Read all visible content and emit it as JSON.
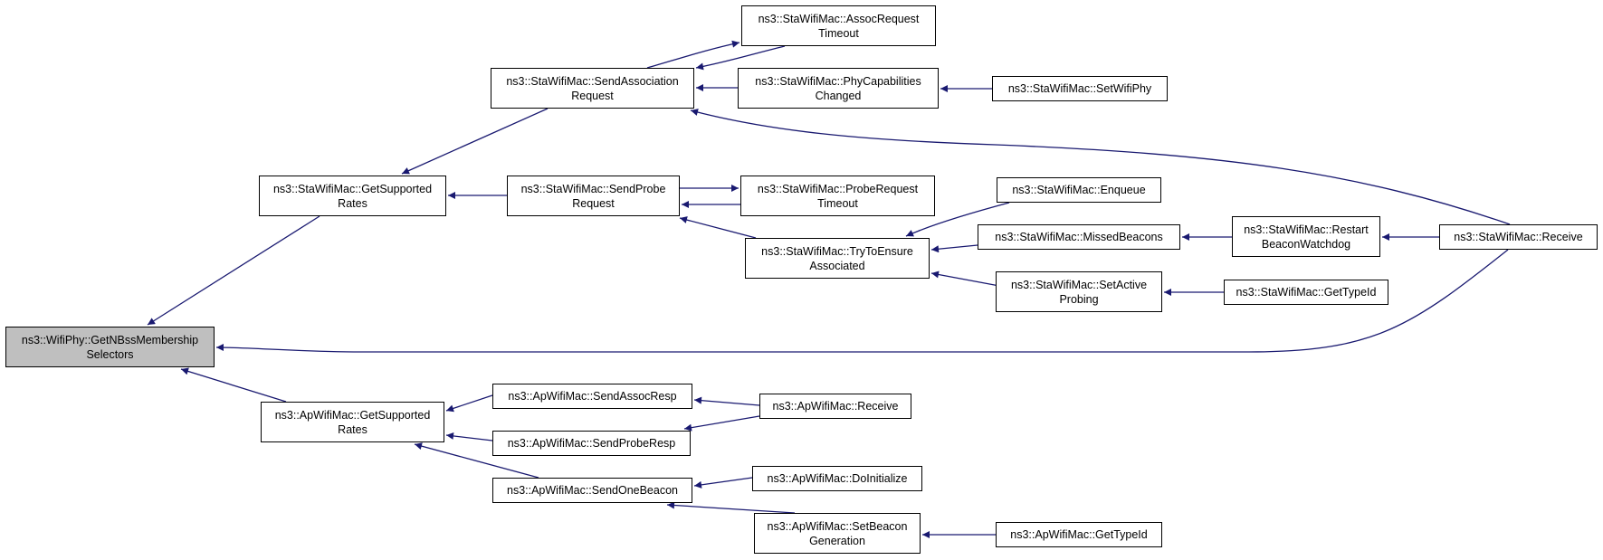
{
  "graph": {
    "edge_color": "#191970",
    "node_fill": "#ffffff",
    "root_fill": "#bfbfbf",
    "nodes": {
      "root": [
        "ns3::WifiPhy::GetNBssMembership",
        "Selectors"
      ],
      "sta_getsup": [
        "ns3::StaWifiMac::GetSupported",
        "Rates"
      ],
      "ap_getsup": [
        "ns3::ApWifiMac::GetSupported",
        "Rates"
      ],
      "sta_sendassoc": [
        "ns3::StaWifiMac::SendAssociation",
        "Request"
      ],
      "sta_sendprobe": [
        "ns3::StaWifiMac::SendProbe",
        "Request"
      ],
      "sta_assoctimeout": [
        "ns3::StaWifiMac::AssocRequest",
        "Timeout"
      ],
      "sta_phycap": [
        "ns3::StaWifiMac::PhyCapabilities",
        "Changed"
      ],
      "sta_setwifiphy": [
        "ns3::StaWifiMac::SetWifiPhy"
      ],
      "sta_probetimeout": [
        "ns3::StaWifiMac::ProbeRequest",
        "Timeout"
      ],
      "sta_trytoensure": [
        "ns3::StaWifiMac::TryToEnsure",
        "Associated"
      ],
      "sta_enqueue": [
        "ns3::StaWifiMac::Enqueue"
      ],
      "sta_missed": [
        "ns3::StaWifiMac::MissedBeacons"
      ],
      "sta_setactive": [
        "ns3::StaWifiMac::SetActive",
        "Probing"
      ],
      "sta_restart": [
        "ns3::StaWifiMac::Restart",
        "BeaconWatchdog"
      ],
      "sta_gettypeid": [
        "ns3::StaWifiMac::GetTypeId"
      ],
      "sta_receive": [
        "ns3::StaWifiMac::Receive"
      ],
      "ap_sendassocresp": [
        "ns3::ApWifiMac::SendAssocResp"
      ],
      "ap_sendproberesp": [
        "ns3::ApWifiMac::SendProbeResp"
      ],
      "ap_sendonebeacon": [
        "ns3::ApWifiMac::SendOneBeacon"
      ],
      "ap_receive": [
        "ns3::ApWifiMac::Receive"
      ],
      "ap_doinit": [
        "ns3::ApWifiMac::DoInitialize"
      ],
      "ap_setbeacon": [
        "ns3::ApWifiMac::SetBeacon",
        "Generation"
      ],
      "ap_gettypeid": [
        "ns3::ApWifiMac::GetTypeId"
      ]
    },
    "edges": [
      {
        "from": "sta_getsup",
        "to": "root"
      },
      {
        "from": "sta_receive",
        "to": "root"
      },
      {
        "from": "ap_getsup",
        "to": "root"
      },
      {
        "from": "sta_sendassoc",
        "to": "sta_getsup"
      },
      {
        "from": "sta_sendprobe",
        "to": "sta_getsup"
      },
      {
        "from": "sta_assoctimeout",
        "to": "sta_sendassoc"
      },
      {
        "from": "sta_sendassoc",
        "to": "sta_assoctimeout"
      },
      {
        "from": "sta_phycap",
        "to": "sta_sendassoc"
      },
      {
        "from": "sta_receive",
        "to": "sta_sendassoc"
      },
      {
        "from": "sta_setwifiphy",
        "to": "sta_phycap"
      },
      {
        "from": "sta_sendprobe",
        "to": "sta_probetimeout"
      },
      {
        "from": "sta_probetimeout",
        "to": "sta_sendprobe"
      },
      {
        "from": "sta_trytoensure",
        "to": "sta_sendprobe"
      },
      {
        "from": "sta_enqueue",
        "to": "sta_trytoensure"
      },
      {
        "from": "sta_missed",
        "to": "sta_trytoensure"
      },
      {
        "from": "sta_setactive",
        "to": "sta_trytoensure"
      },
      {
        "from": "sta_restart",
        "to": "sta_missed"
      },
      {
        "from": "sta_receive",
        "to": "sta_restart"
      },
      {
        "from": "sta_gettypeid",
        "to": "sta_setactive"
      },
      {
        "from": "ap_sendassocresp",
        "to": "ap_getsup"
      },
      {
        "from": "ap_sendproberesp",
        "to": "ap_getsup"
      },
      {
        "from": "ap_sendonebeacon",
        "to": "ap_getsup"
      },
      {
        "from": "ap_receive",
        "to": "ap_sendassocresp"
      },
      {
        "from": "ap_receive",
        "to": "ap_sendproberesp"
      },
      {
        "from": "ap_doinit",
        "to": "ap_sendonebeacon"
      },
      {
        "from": "ap_setbeacon",
        "to": "ap_sendonebeacon"
      },
      {
        "from": "ap_gettypeid",
        "to": "ap_setbeacon"
      }
    ]
  }
}
